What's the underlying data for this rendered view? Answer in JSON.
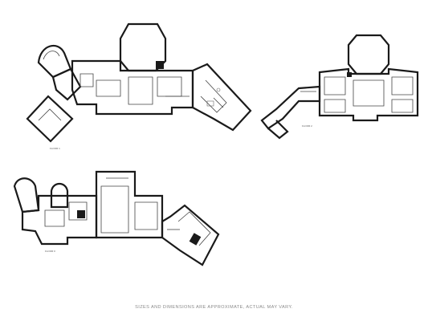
{
  "footer": {
    "disclaimer": "SIZES AND DIMENSIONS ARE APPROXIMATE, ACTUAL MAY VARY."
  },
  "floors": [
    {
      "label": "FLOOR 1"
    },
    {
      "label": "FLOOR 2"
    },
    {
      "label": "FLOOR 0"
    }
  ]
}
